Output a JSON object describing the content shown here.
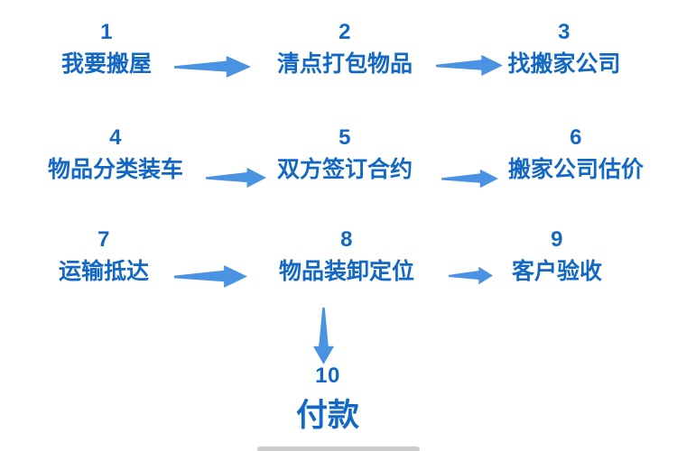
{
  "colors": {
    "step_text": "#1268c4",
    "arrow": "#4a92e2"
  },
  "flowchart": {
    "description_rows": 3,
    "steps": [
      {
        "number": "1",
        "label": "我要搬屋"
      },
      {
        "number": "2",
        "label": "清点打包物品"
      },
      {
        "number": "3",
        "label": "找搬家公司"
      },
      {
        "number": "4",
        "label": "物品分类装车"
      },
      {
        "number": "5",
        "label": "双方签订合约"
      },
      {
        "number": "6",
        "label": "搬家公司估价"
      },
      {
        "number": "7",
        "label": "运输抵达"
      },
      {
        "number": "8",
        "label": "物品装卸定位"
      },
      {
        "number": "9",
        "label": "客户验收"
      },
      {
        "number": "10",
        "label": "付款"
      }
    ]
  }
}
